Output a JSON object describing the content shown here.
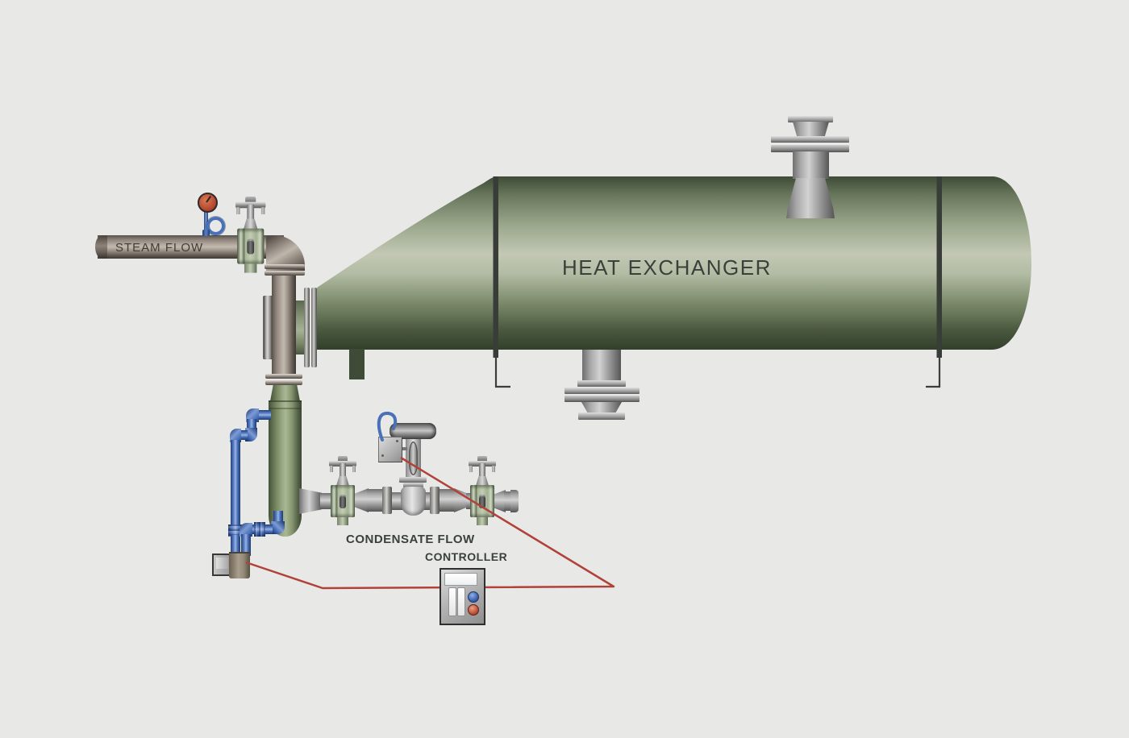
{
  "labels": {
    "steam_flow": "STEAM FLOW",
    "heat_exchanger": "HEAT EXCHANGER",
    "condensate_flow": "CONDENSATE FLOW",
    "controller": "CONTROLLER"
  },
  "colors": {
    "background": "#e8e8e6",
    "label_dark": "#3a403a",
    "steam_label": "#443c34",
    "signal_red": "#b0423a",
    "pipe_blue": "#4a71b8",
    "pipe_blue_dark": "#23407a",
    "valve_green": "#aab79a",
    "valve_green_light": "#cfd8c2",
    "vessel_green_dark": "#3e4b37",
    "vessel_green_light": "#c2c8b4",
    "pipe_brown_light": "#c1b8ae",
    "pipe_brown_dark": "#403a35",
    "metal_gray_light": "#d2d2d2",
    "metal_gray_dark": "#565656",
    "gauge_red": "#c2563a",
    "button_blue": "#3d63b0",
    "button_red": "#c05038",
    "transmitter_brown": "#a99e8e"
  },
  "components": {
    "heat_exchanger": "horizontal green heat exchanger shell",
    "steam_line": "steam supply pipe",
    "steam_valve": "gate valve on steam line",
    "pressure_gauge": "dial pressure gauge with pigtail siphon",
    "condensate_receiver": "vertical condensate receiver pot",
    "isolation_valve_upstream": "gate valve upstream of control valve",
    "control_valve": "pneumatic control valve with positioner",
    "isolation_valve_downstream": "gate valve downstream of control valve",
    "level_transmitter": "transmitter with blue impulse lines",
    "controller_unit": "condensate flow controller faceplate",
    "signal_lines": "red instrument signal loop"
  }
}
